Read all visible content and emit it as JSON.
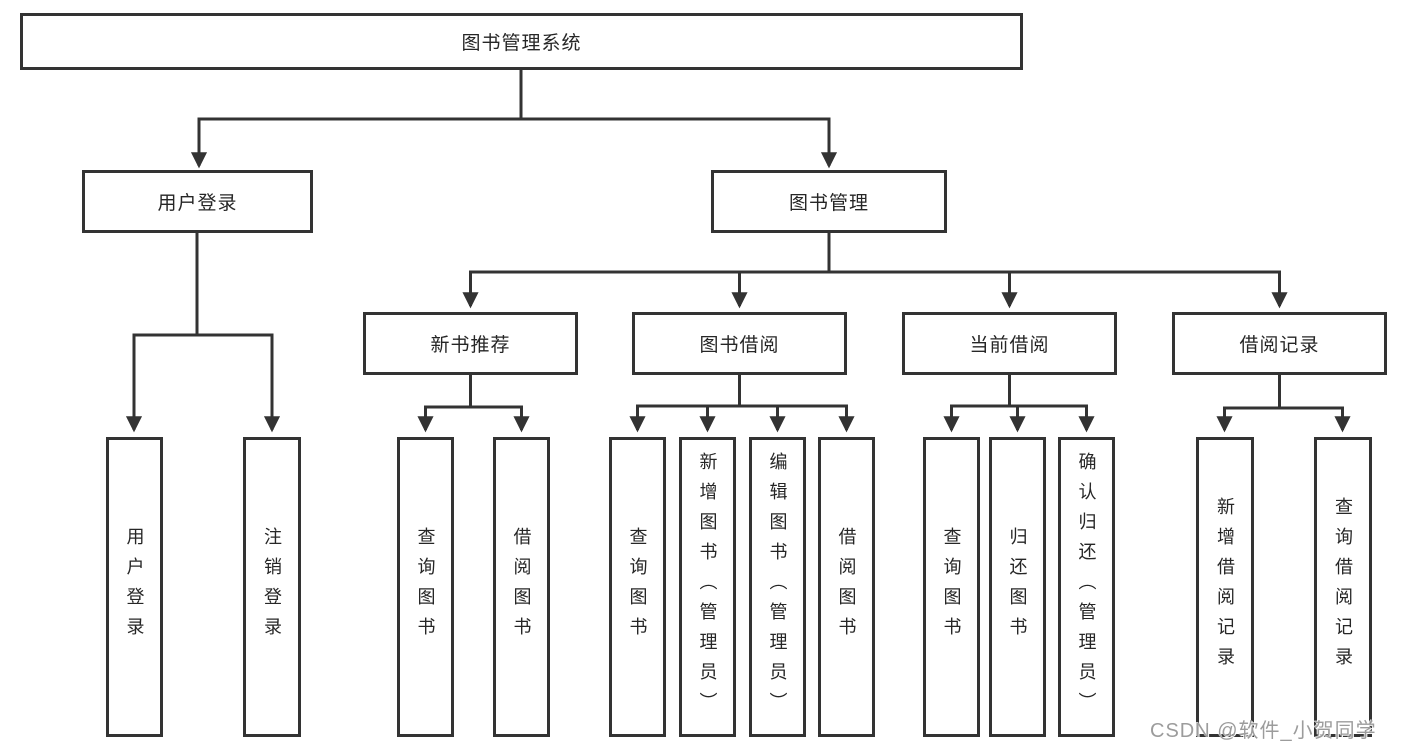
{
  "tree": {
    "root": {
      "label": "图书管理系统",
      "children": [
        {
          "label": "用户登录",
          "children": [
            {
              "label": "用户登录"
            },
            {
              "label": "注销登录"
            }
          ]
        },
        {
          "label": "图书管理",
          "children": [
            {
              "label": "新书推荐",
              "children": [
                {
                  "label": "查询图书"
                },
                {
                  "label": "借阅图书"
                }
              ]
            },
            {
              "label": "图书借阅",
              "children": [
                {
                  "label": "查询图书"
                },
                {
                  "label": "新增图书（管理员）"
                },
                {
                  "label": "编辑图书（管理员）"
                },
                {
                  "label": "借阅图书"
                }
              ]
            },
            {
              "label": "当前借阅",
              "children": [
                {
                  "label": "查询图书"
                },
                {
                  "label": "归还图书"
                },
                {
                  "label": "确认归还（管理员）"
                }
              ]
            },
            {
              "label": "借阅记录",
              "children": [
                {
                  "label": "新增借阅记录"
                },
                {
                  "label": "查询借阅记录"
                }
              ]
            }
          ]
        }
      ]
    }
  },
  "watermark": {
    "text": "CSDN @软件_小贺同学"
  },
  "colors": {
    "line": "#333333",
    "box_border": "#333333",
    "box_fill": "#ffffff",
    "text": "#262626",
    "watermark": "#9c9c9c",
    "background": "#ffffff"
  }
}
